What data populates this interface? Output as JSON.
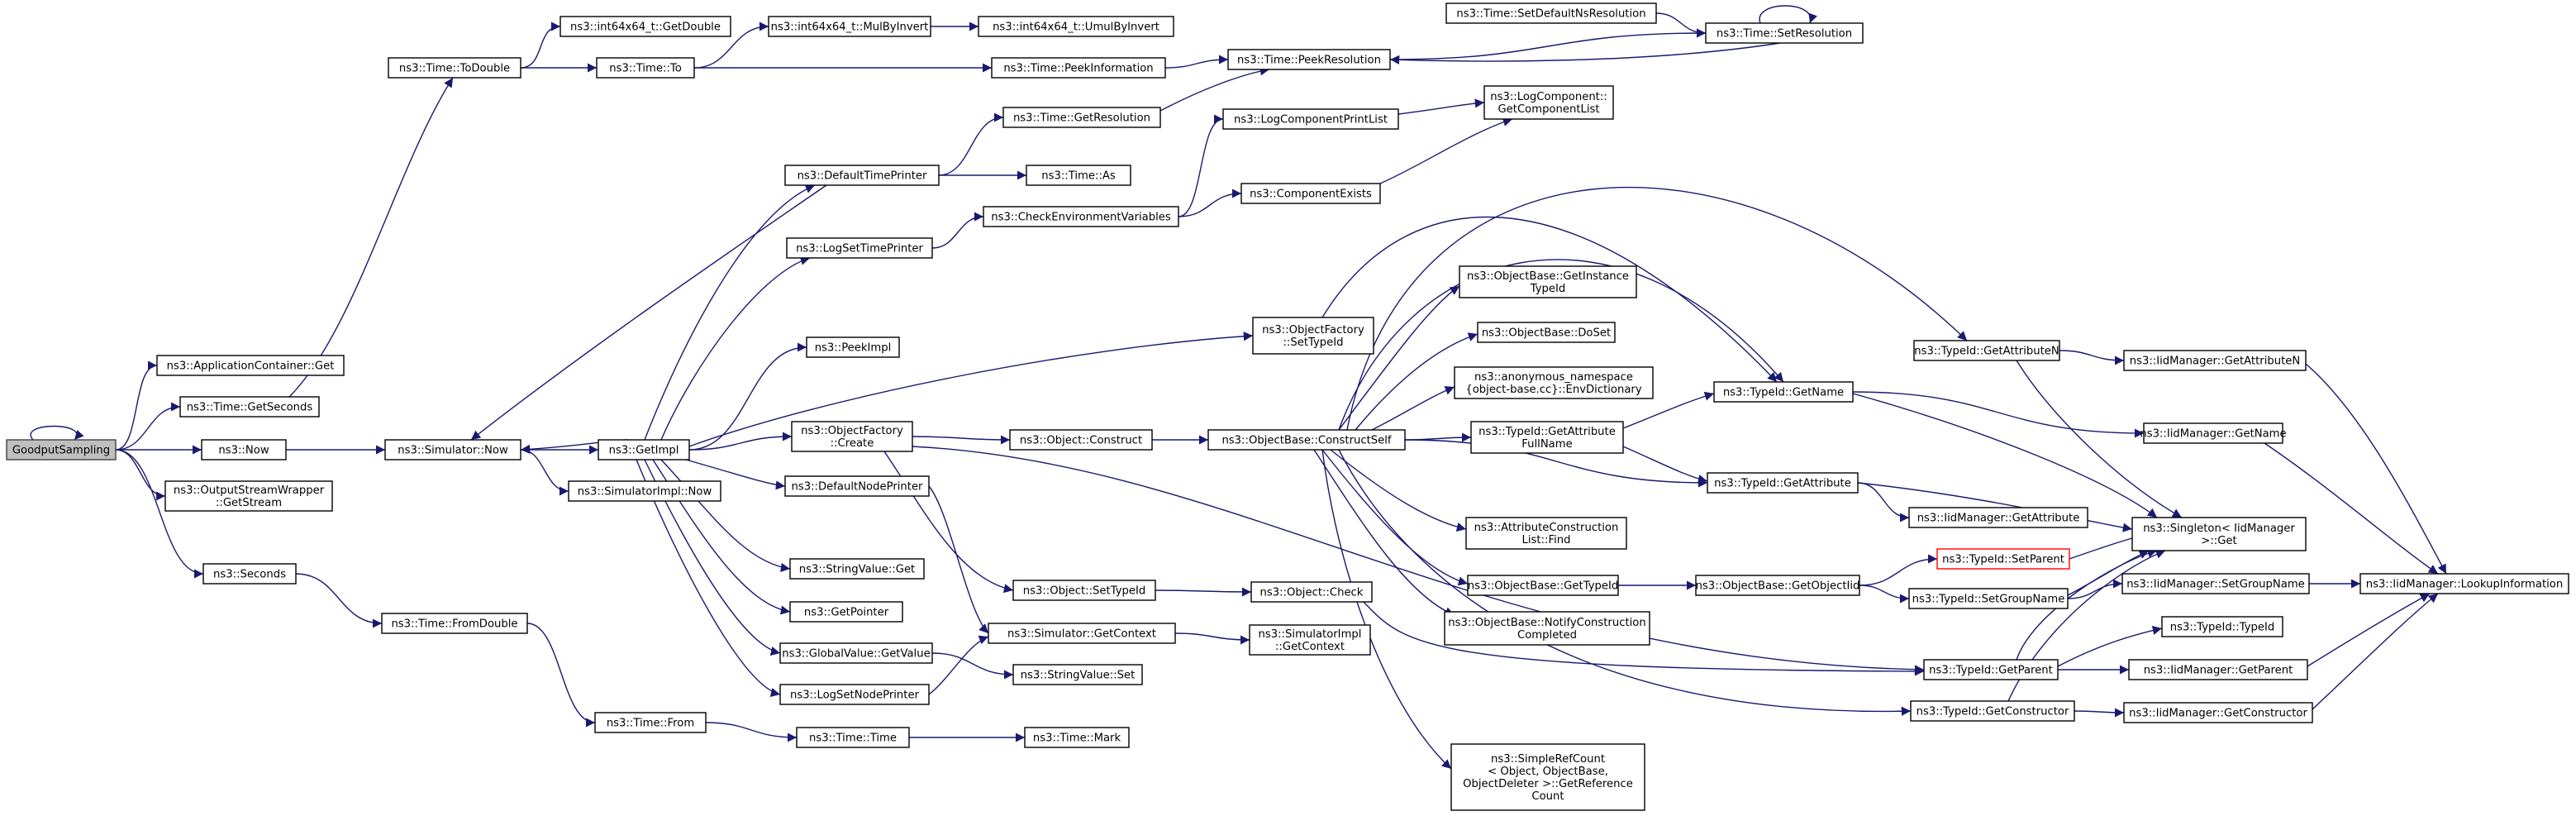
{
  "diagram": {
    "type": "call-graph",
    "root": "GoodputSampling",
    "nodes": [
      {
        "id": "n0",
        "lines": [
          "GoodputSampling"
        ],
        "style": "root"
      },
      {
        "id": "n1",
        "lines": [
          "ns3::ApplicationContainer::Get"
        ]
      },
      {
        "id": "n2",
        "lines": [
          "ns3::Time::GetSeconds"
        ]
      },
      {
        "id": "n3",
        "lines": [
          "ns3::Now"
        ]
      },
      {
        "id": "n4",
        "lines": [
          "ns3::OutputStreamWrapper",
          "::GetStream"
        ]
      },
      {
        "id": "n5",
        "lines": [
          "ns3::Seconds"
        ]
      },
      {
        "id": "n6",
        "lines": [
          "ns3::Time::ToDouble"
        ]
      },
      {
        "id": "n7",
        "lines": [
          "ns3::Simulator::Now"
        ]
      },
      {
        "id": "n8",
        "lines": [
          "ns3::Time::FromDouble"
        ]
      },
      {
        "id": "n9",
        "lines": [
          "ns3::int64x64_t::GetDouble"
        ]
      },
      {
        "id": "n10",
        "lines": [
          "ns3::Time::To"
        ]
      },
      {
        "id": "n11",
        "lines": [
          "ns3::GetImpl"
        ]
      },
      {
        "id": "n12",
        "lines": [
          "ns3::SimulatorImpl::Now"
        ]
      },
      {
        "id": "n13",
        "lines": [
          "ns3::Time::From"
        ]
      },
      {
        "id": "n14",
        "lines": [
          "ns3::int64x64_t::MulByInvert"
        ]
      },
      {
        "id": "n15",
        "lines": [
          "ns3::DefaultTimePrinter"
        ]
      },
      {
        "id": "n16",
        "lines": [
          "ns3::LogSetTimePrinter"
        ]
      },
      {
        "id": "n17",
        "lines": [
          "ns3::PeekImpl"
        ]
      },
      {
        "id": "n18",
        "lines": [
          "ns3::ObjectFactory",
          "::Create"
        ]
      },
      {
        "id": "n19",
        "lines": [
          "ns3::DefaultNodePrinter"
        ]
      },
      {
        "id": "n20",
        "lines": [
          "ns3::StringValue::Get"
        ]
      },
      {
        "id": "n21",
        "lines": [
          "ns3::GetPointer"
        ]
      },
      {
        "id": "n22",
        "lines": [
          "ns3::GlobalValue::GetValue"
        ]
      },
      {
        "id": "n23",
        "lines": [
          "ns3::LogSetNodePrinter"
        ]
      },
      {
        "id": "n24",
        "lines": [
          "ns3::Time::Time"
        ]
      },
      {
        "id": "n25",
        "lines": [
          "ns3::int64x64_t::UmulByInvert"
        ]
      },
      {
        "id": "n26",
        "lines": [
          "ns3::Time::PeekInformation"
        ]
      },
      {
        "id": "n27",
        "lines": [
          "ns3::Time::GetResolution"
        ]
      },
      {
        "id": "n28",
        "lines": [
          "ns3::Time::As"
        ]
      },
      {
        "id": "n29",
        "lines": [
          "ns3::CheckEnvironmentVariables"
        ]
      },
      {
        "id": "n30",
        "lines": [
          "ns3::Object::Construct"
        ]
      },
      {
        "id": "n31",
        "lines": [
          "ns3::Object::SetTypeId"
        ]
      },
      {
        "id": "n32",
        "lines": [
          "ns3::Simulator::GetContext"
        ]
      },
      {
        "id": "n33",
        "lines": [
          "ns3::StringValue::Set"
        ]
      },
      {
        "id": "n34",
        "lines": [
          "ns3::Time::Mark"
        ]
      },
      {
        "id": "n35",
        "lines": [
          "ns3::Time::PeekResolution"
        ]
      },
      {
        "id": "n36",
        "lines": [
          "ns3::LogComponentPrintList"
        ]
      },
      {
        "id": "n37",
        "lines": [
          "ns3::ComponentExists"
        ]
      },
      {
        "id": "n38",
        "lines": [
          "ns3::ObjectFactory",
          "::SetTypeId"
        ]
      },
      {
        "id": "n39",
        "lines": [
          "ns3::ObjectBase::ConstructSelf"
        ]
      },
      {
        "id": "n40",
        "lines": [
          "ns3::Object::Check"
        ]
      },
      {
        "id": "n41",
        "lines": [
          "ns3::SimulatorImpl",
          "::GetContext"
        ]
      },
      {
        "id": "n42",
        "lines": [
          "ns3::Time::SetDefaultNsResolution"
        ]
      },
      {
        "id": "n43",
        "lines": [
          "ns3::LogComponent::",
          "GetComponentList"
        ]
      },
      {
        "id": "n44",
        "lines": [
          "ns3::ObjectBase::GetInstance",
          "TypeId"
        ]
      },
      {
        "id": "n45",
        "lines": [
          "ns3::ObjectBase::DoSet"
        ]
      },
      {
        "id": "n46",
        "lines": [
          "ns3::anonymous_namespace",
          "{object-base.cc}::EnvDictionary"
        ]
      },
      {
        "id": "n47",
        "lines": [
          "ns3::TypeId::GetAttribute",
          "FullName"
        ]
      },
      {
        "id": "n48",
        "lines": [
          "ns3::AttributeConstruction",
          "List::Find"
        ]
      },
      {
        "id": "n49",
        "lines": [
          "ns3::ObjectBase::GetTypeId"
        ]
      },
      {
        "id": "n50",
        "lines": [
          "ns3::ObjectBase::NotifyConstruction",
          "Completed"
        ]
      },
      {
        "id": "n51",
        "lines": [
          "ns3::SimpleRefCount",
          "< Object, ObjectBase,",
          "ObjectDeleter >::GetReference",
          "Count"
        ]
      },
      {
        "id": "n52",
        "lines": [
          "ns3::Time::SetResolution"
        ]
      },
      {
        "id": "n53",
        "lines": [
          "ns3::TypeId::GetName"
        ]
      },
      {
        "id": "n54",
        "lines": [
          "ns3::TypeId::GetAttribute"
        ]
      },
      {
        "id": "n55",
        "lines": [
          "ns3::ObjectBase::GetObjectIid"
        ]
      },
      {
        "id": "n56",
        "lines": [
          "ns3::TypeId::GetAttributeN"
        ]
      },
      {
        "id": "n57",
        "lines": [
          "ns3::TypeId::SetParent"
        ],
        "style": "red"
      },
      {
        "id": "n58",
        "lines": [
          "ns3::TypeId::SetGroupName"
        ]
      },
      {
        "id": "n59",
        "lines": [
          "ns3::TypeId::GetParent"
        ]
      },
      {
        "id": "n60",
        "lines": [
          "ns3::TypeId::GetConstructor"
        ]
      },
      {
        "id": "n61",
        "lines": [
          "ns3::IidManager::GetAttributeN"
        ]
      },
      {
        "id": "n62",
        "lines": [
          "ns3::IidManager::GetName"
        ]
      },
      {
        "id": "n63",
        "lines": [
          "ns3::IidManager::GetAttribute"
        ]
      },
      {
        "id": "n64",
        "lines": [
          "ns3::Singleton< IidManager",
          ">::Get"
        ]
      },
      {
        "id": "n65",
        "lines": [
          "ns3::IidManager::SetGroupName"
        ]
      },
      {
        "id": "n66",
        "lines": [
          "ns3::TypeId::TypeId"
        ]
      },
      {
        "id": "n67",
        "lines": [
          "ns3::IidManager::GetParent"
        ]
      },
      {
        "id": "n68",
        "lines": [
          "ns3::IidManager::GetConstructor"
        ]
      },
      {
        "id": "n69",
        "lines": [
          "ns3::IidManager::LookupInformation"
        ]
      }
    ],
    "edges": [
      [
        "n0",
        "n0"
      ],
      [
        "n0",
        "n1"
      ],
      [
        "n0",
        "n2"
      ],
      [
        "n0",
        "n3"
      ],
      [
        "n0",
        "n4"
      ],
      [
        "n0",
        "n5"
      ],
      [
        "n2",
        "n6"
      ],
      [
        "n3",
        "n7"
      ],
      [
        "n5",
        "n8"
      ],
      [
        "n6",
        "n9"
      ],
      [
        "n6",
        "n10"
      ],
      [
        "n7",
        "n11"
      ],
      [
        "n7",
        "n12"
      ],
      [
        "n8",
        "n13"
      ],
      [
        "n10",
        "n14"
      ],
      [
        "n10",
        "n26"
      ],
      [
        "n14",
        "n25"
      ],
      [
        "n11",
        "n7"
      ],
      [
        "n11",
        "n15"
      ],
      [
        "n11",
        "n16"
      ],
      [
        "n11",
        "n17"
      ],
      [
        "n11",
        "n18"
      ],
      [
        "n11",
        "n19"
      ],
      [
        "n11",
        "n20"
      ],
      [
        "n11",
        "n21"
      ],
      [
        "n11",
        "n22"
      ],
      [
        "n11",
        "n23"
      ],
      [
        "n11",
        "n38"
      ],
      [
        "n13",
        "n24"
      ],
      [
        "n24",
        "n34"
      ],
      [
        "n15",
        "n27"
      ],
      [
        "n15",
        "n28"
      ],
      [
        "n15",
        "n7"
      ],
      [
        "n16",
        "n29"
      ],
      [
        "n18",
        "n30"
      ],
      [
        "n18",
        "n31"
      ],
      [
        "n18",
        "n59"
      ],
      [
        "n19",
        "n32"
      ],
      [
        "n22",
        "n33"
      ],
      [
        "n23",
        "n32"
      ],
      [
        "n26",
        "n35"
      ],
      [
        "n27",
        "n35"
      ],
      [
        "n29",
        "n36"
      ],
      [
        "n29",
        "n37"
      ],
      [
        "n30",
        "n39"
      ],
      [
        "n31",
        "n40"
      ],
      [
        "n32",
        "n41"
      ],
      [
        "n35",
        "n52"
      ],
      [
        "n52",
        "n52"
      ],
      [
        "n52",
        "n35"
      ],
      [
        "n42",
        "n52"
      ],
      [
        "n36",
        "n43"
      ],
      [
        "n37",
        "n43"
      ],
      [
        "n38",
        "n53"
      ],
      [
        "n39",
        "n44"
      ],
      [
        "n39",
        "n45"
      ],
      [
        "n39",
        "n46"
      ],
      [
        "n39",
        "n47"
      ],
      [
        "n39",
        "n48"
      ],
      [
        "n39",
        "n49"
      ],
      [
        "n39",
        "n50"
      ],
      [
        "n39",
        "n51"
      ],
      [
        "n39",
        "n53"
      ],
      [
        "n39",
        "n54"
      ],
      [
        "n39",
        "n56"
      ],
      [
        "n39",
        "n60"
      ],
      [
        "n40",
        "n59"
      ],
      [
        "n47",
        "n53"
      ],
      [
        "n47",
        "n54"
      ],
      [
        "n49",
        "n55"
      ],
      [
        "n55",
        "n57"
      ],
      [
        "n55",
        "n58"
      ],
      [
        "n53",
        "n62"
      ],
      [
        "n53",
        "n64"
      ],
      [
        "n54",
        "n63"
      ],
      [
        "n54",
        "n64"
      ],
      [
        "n56",
        "n61"
      ],
      [
        "n56",
        "n64"
      ],
      [
        "n57",
        "n64"
      ],
      [
        "n58",
        "n64"
      ],
      [
        "n58",
        "n65"
      ],
      [
        "n59",
        "n64"
      ],
      [
        "n59",
        "n66"
      ],
      [
        "n59",
        "n67"
      ],
      [
        "n60",
        "n64"
      ],
      [
        "n60",
        "n68"
      ],
      [
        "n61",
        "n69"
      ],
      [
        "n62",
        "n69"
      ],
      [
        "n65",
        "n69"
      ],
      [
        "n67",
        "n69"
      ],
      [
        "n68",
        "n69"
      ]
    ]
  }
}
